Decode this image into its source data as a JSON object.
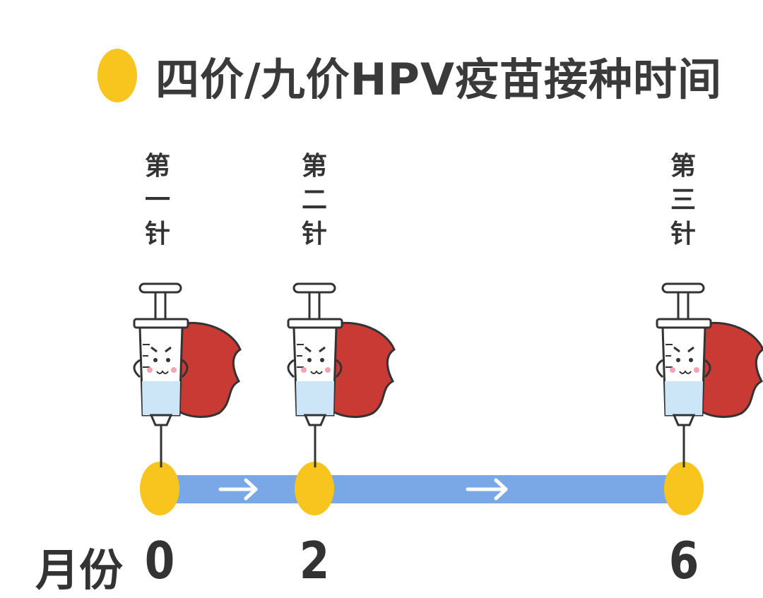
{
  "title": {
    "text": "四价/九价HPV疫苗接种时间",
    "bullet_color": "#f7c51e"
  },
  "doses": [
    {
      "label_chars": [
        "第",
        "一",
        "针"
      ],
      "month": "0"
    },
    {
      "label_chars": [
        "第",
        "二",
        "针"
      ],
      "month": "2"
    },
    {
      "label_chars": [
        "第",
        "三",
        "针"
      ],
      "month": "6"
    }
  ],
  "axis": {
    "label": "月份",
    "line_color": "#7aa7e6",
    "node_color": "#f7c51e",
    "arrow_color": "#ffffff"
  },
  "syringe_colors": {
    "cape": "#c83a33",
    "liquid": "#cde6f7",
    "outline": "#333333"
  }
}
